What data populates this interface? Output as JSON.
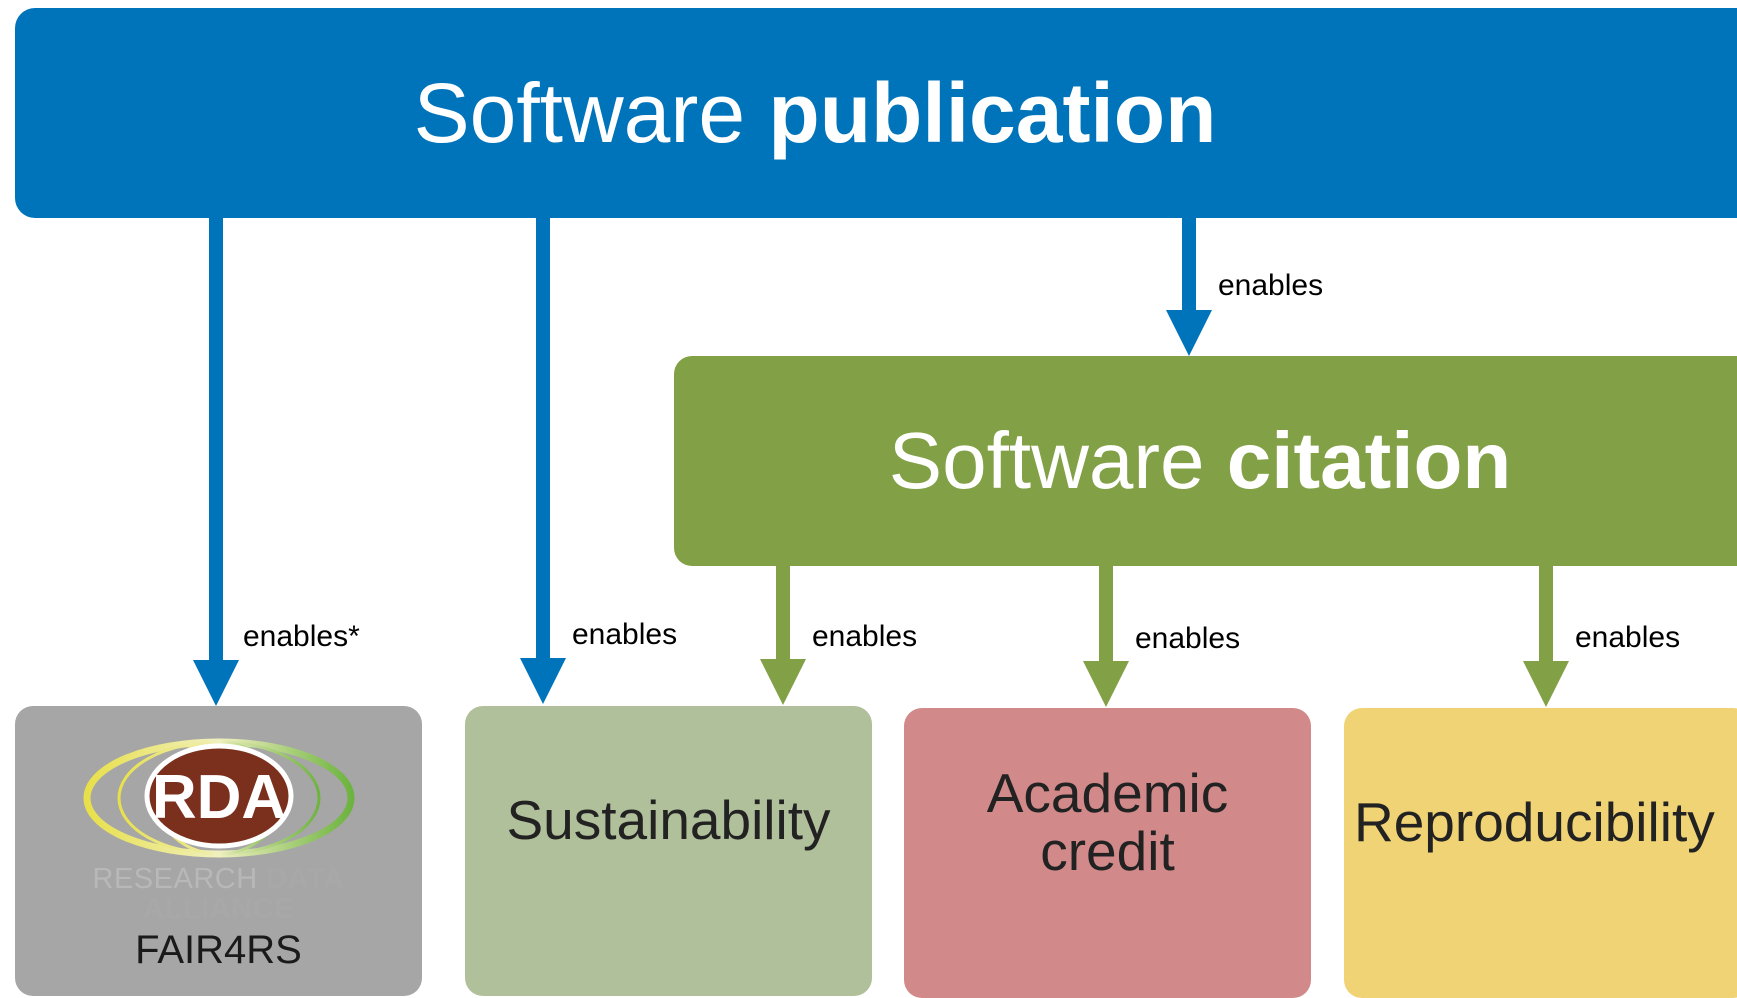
{
  "top_box": {
    "word1": "Software",
    "word2": "publication",
    "color": "#0074ba"
  },
  "mid_box": {
    "word1": "Software",
    "word2": "citation",
    "color": "#82a045"
  },
  "leaves": {
    "fair": {
      "logo_text": "RDA",
      "org_part1": "RESEARCH",
      "org_part2": "DATA ALLIANCE",
      "label": "FAIR4RS",
      "color": "#a6a6a6"
    },
    "sustainability": {
      "label": "Sustainability",
      "color": "#b0c09a"
    },
    "academic": {
      "line1": "Academic",
      "line2": "credit",
      "color": "#d18a89"
    },
    "reproducibility": {
      "label": "Reproducibility",
      "color": "#f0d374"
    }
  },
  "edge_labels": {
    "pub_to_cit": "enables",
    "pub_to_fair": "enables*",
    "pub_to_sust": "enables",
    "cit_to_sust": "enables",
    "cit_to_acad": "enables",
    "cit_to_repr": "enables"
  }
}
